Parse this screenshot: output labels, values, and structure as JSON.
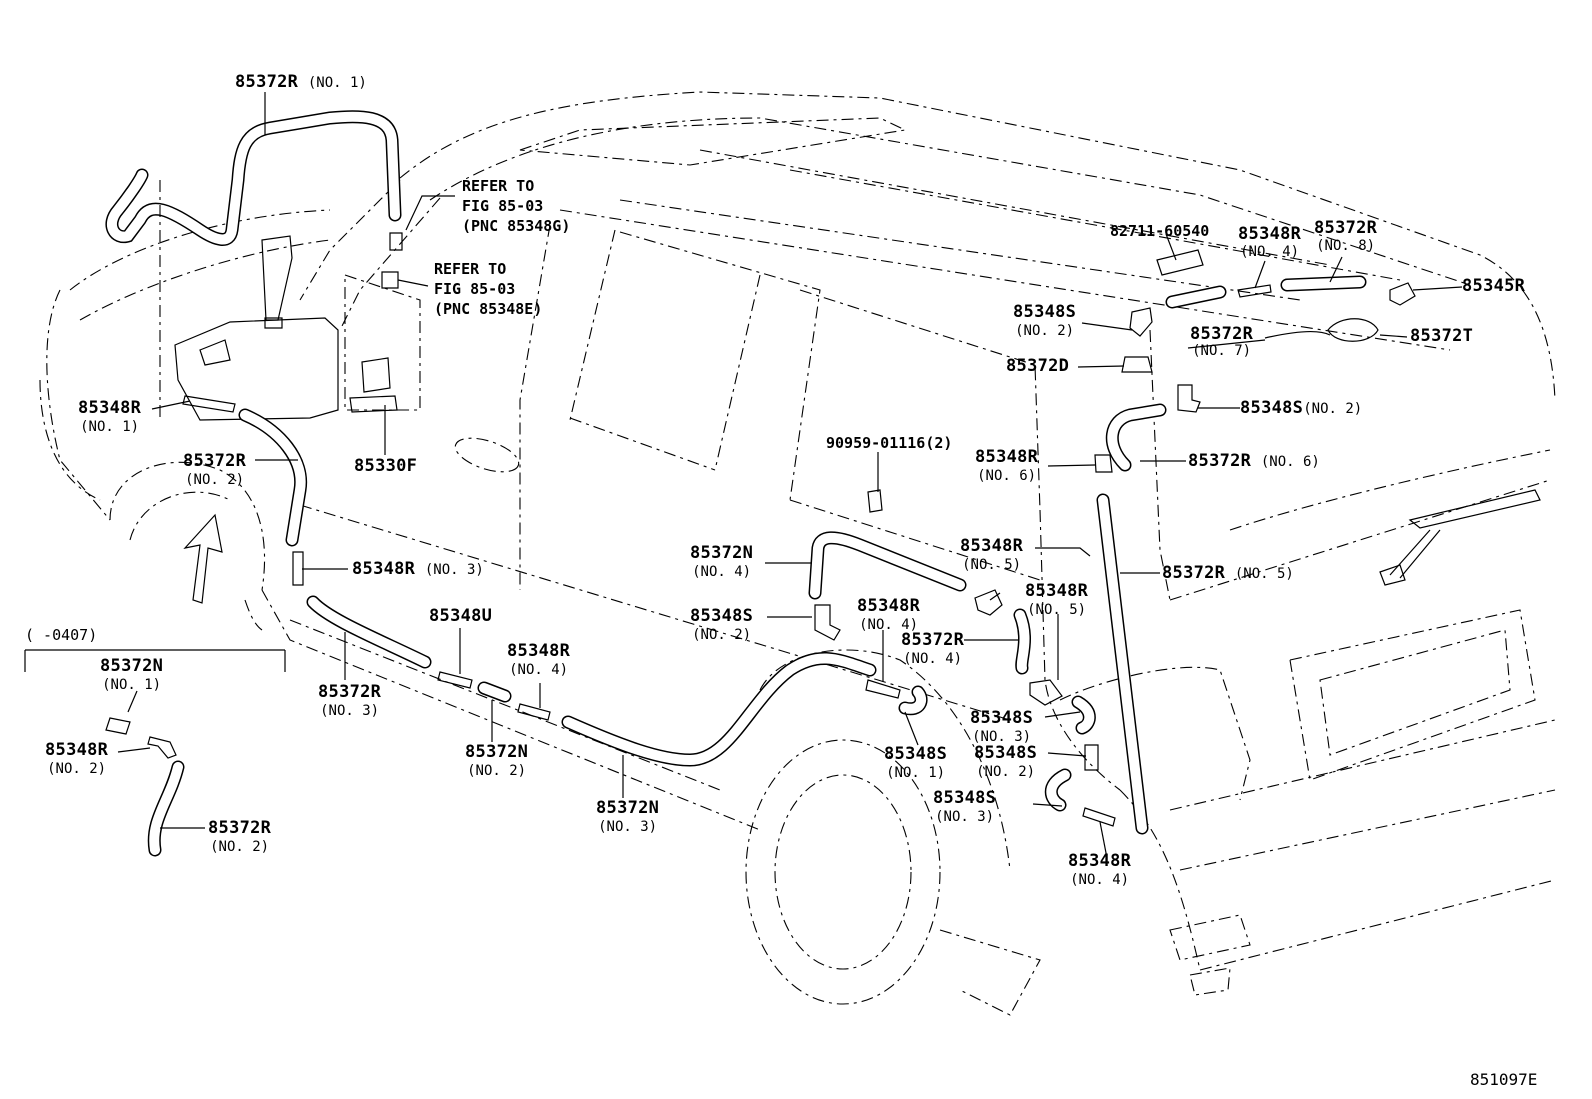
{
  "diagram": {
    "figure_code": "851097E",
    "labels": {
      "p85372R_no1": {
        "part": "85372R",
        "qual": "(NO. 1)"
      },
      "refer_1": {
        "l1": "REFER TO",
        "l2": "FIG 85-03",
        "l3": "(PNC 85348G)"
      },
      "refer_2": {
        "l1": "REFER TO",
        "l2": "FIG 85-03",
        "l3": "(PNC 85348E)"
      },
      "p85348R_no1": {
        "part": "85348R",
        "qual": "(NO. 1)"
      },
      "p85372R_no2": {
        "part": "85372R",
        "qual": "(NO. 2)"
      },
      "p85330F": {
        "part": "85330F"
      },
      "p85348R_no3": {
        "part": "85348R",
        "qual": "(NO. 3)"
      },
      "inset_range": "(    -0407)",
      "inset_85372N_no1": {
        "part": "85372N",
        "qual": "(NO. 1)"
      },
      "inset_85348R_no2": {
        "part": "85348R",
        "qual": "(NO. 2)"
      },
      "inset_85372R_no2": {
        "part": "85372R",
        "qual": "(NO. 2)"
      },
      "p85348U": {
        "part": "85348U"
      },
      "p85372R_no3": {
        "part": "85372R",
        "qual": "(NO. 3)"
      },
      "p85348R_no4_a": {
        "part": "85348R",
        "qual": "(NO. 4)"
      },
      "p85372N_no2": {
        "part": "85372N",
        "qual": "(NO. 2)"
      },
      "p85372N_no3": {
        "part": "85372N",
        "qual": "(NO. 3)"
      },
      "p85372N_no4": {
        "part": "85372N",
        "qual": "(NO. 4)"
      },
      "p85348S_no2_a": {
        "part": "85348S",
        "qual": "(NO. 2)"
      },
      "p85348R_no4_b": {
        "part": "85348R",
        "qual": "(NO. 4)"
      },
      "p85372R_no4": {
        "part": "85372R",
        "qual": "(NO. 4)"
      },
      "p85348S_no1": {
        "part": "85348S",
        "qual": "(NO. 1)"
      },
      "p90959": {
        "part": "90959-01116(2)"
      },
      "p85348R_no5_a": {
        "part": "85348R",
        "qual": "(NO. 5)"
      },
      "p85348R_no5_b": {
        "part": "85348R",
        "qual": "(NO. 5)"
      },
      "p85348S_no3_a": {
        "part": "85348S",
        "qual": "(NO. 3)"
      },
      "p85348S_no2_b": {
        "part": "85348S",
        "qual": "(NO. 2)"
      },
      "p85348S_no3_b": {
        "part": "85348S",
        "qual": "(NO. 3)"
      },
      "p85348R_no4_c": {
        "part": "85348R",
        "qual": "(NO. 4)"
      },
      "p82711": {
        "part": "82711-60540"
      },
      "p85348R_no4_d": {
        "part": "85348R",
        "qual": "(NO. 4)"
      },
      "p85372R_no8": {
        "part": "85372R",
        "qual": "(NO. 8)"
      },
      "p85345R": {
        "part": "85345R"
      },
      "p85348S_no2_c": {
        "part": "85348S",
        "qual": "(NO. 2)"
      },
      "p85372R_no7": {
        "part": "85372R",
        "qual": "(NO. 7)"
      },
      "p85372T": {
        "part": "85372T"
      },
      "p85372D": {
        "part": "85372D"
      },
      "p85348S_no2_d": {
        "part": "85348S",
        "qual": "(NO. 2)"
      },
      "p85348R_no6": {
        "part": "85348R",
        "qual": "(NO. 6)"
      },
      "p85372R_no6": {
        "part": "85372R",
        "qual": "(NO. 6)"
      },
      "p85372R_no5": {
        "part": "85372R",
        "qual": "(NO. 5)"
      }
    }
  }
}
